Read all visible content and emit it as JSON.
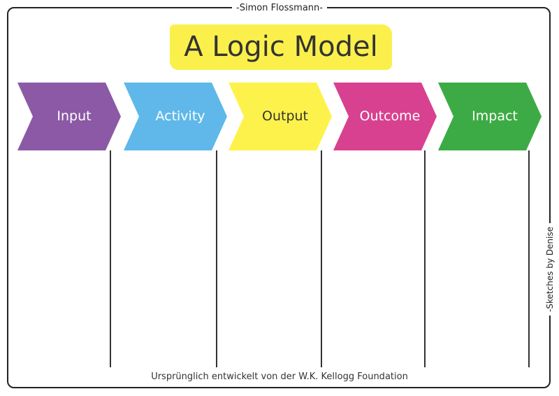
{
  "title": "A Logic Model",
  "credit_top": "-Simon Flossmann-",
  "credit_side": "-Sketches by Denise",
  "footer": "Ursprünglich entwickelt von der W.K. Kellogg Foundation",
  "stages": [
    {
      "label": "Input",
      "color": "#8b59a6",
      "text_color": "#ffffff"
    },
    {
      "label": "Activity",
      "color": "#5fb8e9",
      "text_color": "#ffffff"
    },
    {
      "label": "Output",
      "color": "#fdf24c",
      "text_color": "#333333"
    },
    {
      "label": "Outcome",
      "color": "#d8418f",
      "text_color": "#ffffff"
    },
    {
      "label": "Impact",
      "color": "#3dab45",
      "text_color": "#ffffff"
    }
  ]
}
